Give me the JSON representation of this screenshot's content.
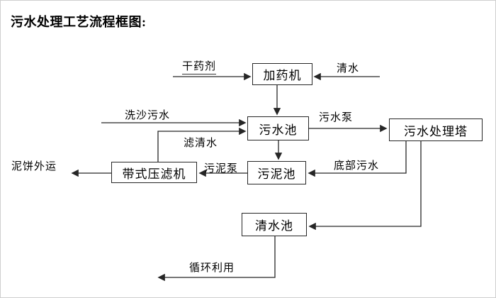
{
  "title": "污水处理工艺流程框图:",
  "diagram": {
    "type": "flowchart",
    "nodes": {
      "dosing_machine": "加药机",
      "sewage_pool": "污水池",
      "treatment_tower": "污水处理塔",
      "belt_filter_press": "带式压滤机",
      "sludge_pool": "污泥池",
      "clean_water_pool": "清水池"
    },
    "flow_labels": {
      "dry_agent": "干药剂",
      "clean_water": "清水",
      "sand_wash_sewage": "洗沙污水",
      "sewage_pump": "污水泵",
      "filtered_water": "滤清水",
      "mud_cake_out": "泥饼外运",
      "sludge_pump": "污泥泵",
      "bottom_sewage": "底部污水",
      "recycle_use": "循环利用"
    },
    "edges": [
      {
        "from": "干药剂",
        "to": "加药机"
      },
      {
        "from": "清水",
        "to": "加药机"
      },
      {
        "from": "加药机",
        "to": "污水池"
      },
      {
        "from": "洗沙污水",
        "to": "污水池"
      },
      {
        "from": "带式压滤机",
        "to": "污水池",
        "label": "滤清水"
      },
      {
        "from": "污水池",
        "to": "污水处理塔",
        "label": "污水泵"
      },
      {
        "from": "污水池",
        "to": "污泥池"
      },
      {
        "from": "污泥池",
        "to": "带式压滤机",
        "label": "污泥泵"
      },
      {
        "from": "带式压滤机",
        "to": "泥饼外运"
      },
      {
        "from": "污水处理塔",
        "to": "污泥池",
        "label": "底部污水"
      },
      {
        "from": "污水处理塔",
        "to": "清水池"
      },
      {
        "from": "清水池",
        "to": "循环利用"
      }
    ],
    "colors": {
      "line": "#262626",
      "box_border": "#262626",
      "box_fill": "#ffffff",
      "text": "#000000",
      "background": "#ffffff"
    }
  }
}
